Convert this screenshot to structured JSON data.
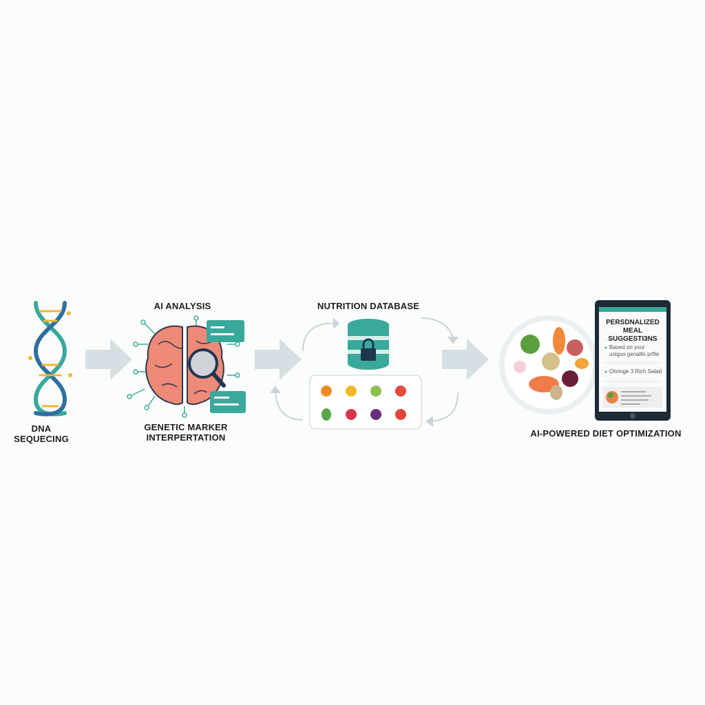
{
  "steps": [
    {
      "label_line1": "DNA",
      "label_line2": "SEQUECING",
      "icon": "dna-helix-icon"
    },
    {
      "title": "AI ANALYSIS",
      "label_line1": "GENETIC MARKER",
      "label_line2": "INTERPERTATION",
      "icon": "brain-circuit-icon"
    },
    {
      "title": "NUTRITION DATABASE",
      "icon": "database-lock-icon"
    },
    {
      "label": "AI-POWERED DIET OPTIMIZATION",
      "icon": "meal-plate-icon"
    }
  ],
  "phone": {
    "title_line1": "PERSDNALIZED",
    "title_line2": "MEAL SUGGESTI3NS",
    "bullet1_line1": "Based on your",
    "bullet1_line2": "unigus genallis prfile",
    "bullet2": "Onnnge 3 Rich Salad"
  },
  "colors": {
    "teal": "#3aa89b",
    "brain": "#ee8a78",
    "arrow": "#d5dfe4",
    "gold": "#f2b632",
    "blue": "#2f6f9f"
  }
}
